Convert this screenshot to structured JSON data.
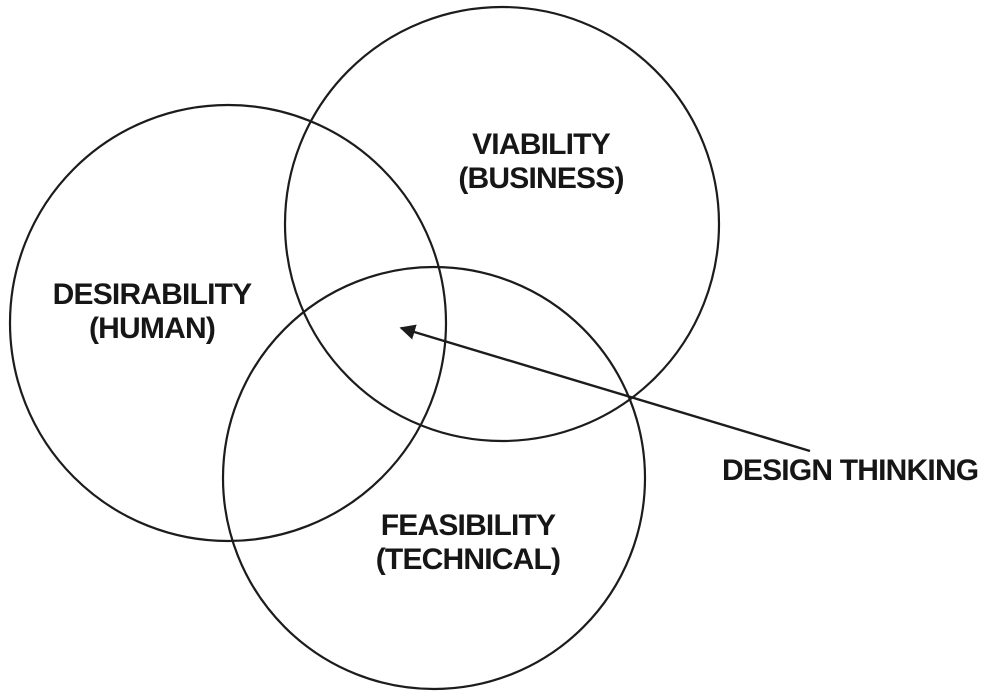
{
  "diagram": {
    "type": "venn-diagram",
    "colors": {
      "background": "#ffffff",
      "stroke": "#1c1c1c",
      "text": "#161616"
    },
    "circles": [
      {
        "id": "desirability",
        "line1": "DESIRABILITY",
        "line2": "(HUMAN)"
      },
      {
        "id": "viability",
        "line1": "VIABILITY",
        "line2": "(BUSINESS)"
      },
      {
        "id": "feasibility",
        "line1": "FEASIBILITY",
        "line2": "(TECHNICAL)"
      }
    ],
    "annotation": {
      "label": "DESIGN THINKING",
      "points_to": "center-intersection"
    }
  }
}
